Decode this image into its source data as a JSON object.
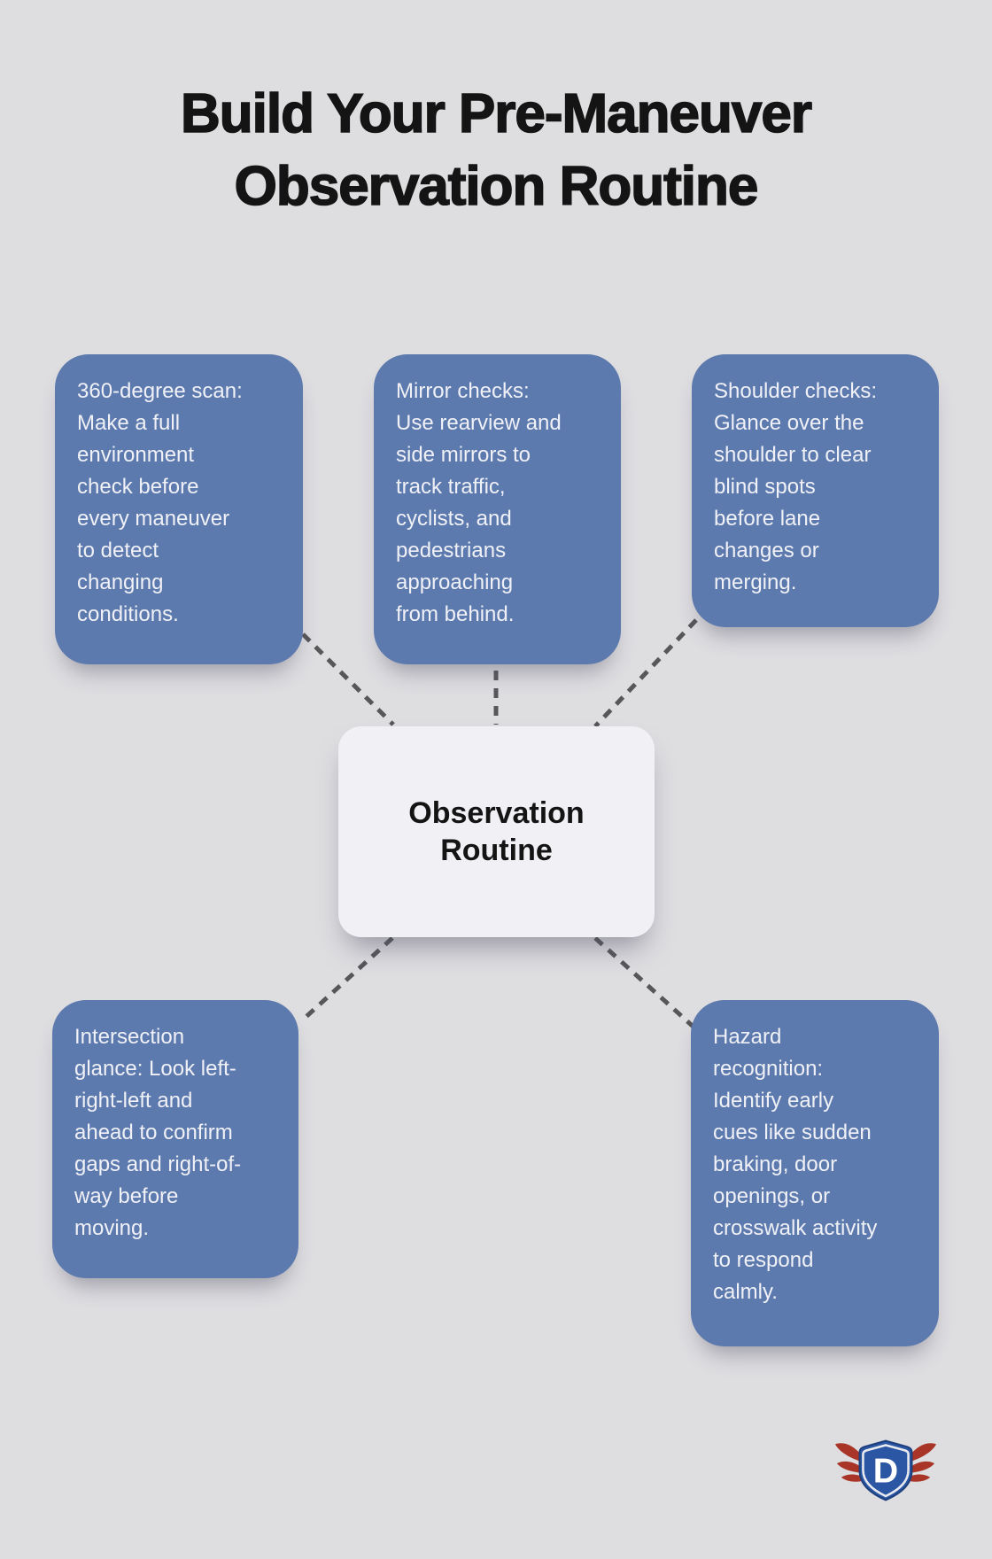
{
  "page": {
    "title_lines": [
      "Build Your Pre-Maneuver",
      "Observation Routine"
    ],
    "background_color": "#dedde0",
    "card_color": "#5d7aae",
    "card_text_color": "#f0f1f7",
    "center_node_color": "#f1f0f4",
    "connector_color": "#57575a"
  },
  "center_node": {
    "label_lines": [
      "Observation",
      "Routine"
    ]
  },
  "cards": [
    {
      "id": "360-degree-scan",
      "lines": [
        "360-degree scan:",
        "Make a full",
        "environment",
        "check before",
        "every maneuver",
        "to detect",
        "changing",
        "conditions."
      ]
    },
    {
      "id": "mirror-checks",
      "lines": [
        "Mirror checks:",
        "Use rearview and",
        "side mirrors to",
        "track traffic,",
        "cyclists, and",
        "pedestrians",
        "approaching",
        "from behind."
      ]
    },
    {
      "id": "shoulder-checks",
      "lines": [
        "Shoulder checks:",
        "Glance over the",
        "shoulder to clear",
        "blind spots",
        "before lane",
        "changes or",
        "merging."
      ]
    },
    {
      "id": "intersection-glance",
      "lines": [
        "Intersection",
        "glance: Look left-",
        "right-left and",
        "ahead to confirm",
        "gaps and right-of-",
        "way before",
        "moving."
      ]
    },
    {
      "id": "hazard-recognition",
      "lines": [
        "Hazard",
        "recognition:",
        "Identify early",
        "cues like sudden",
        "braking, door",
        "openings, or",
        "crosswalk activity",
        "to respond",
        "calmly."
      ]
    }
  ],
  "logo": {
    "letter": "D",
    "shield_color": "#2a56a3",
    "shield_edge_color": "#1d3f7c",
    "ring_color": "#e9eaef",
    "wing_color": "#a93529"
  }
}
